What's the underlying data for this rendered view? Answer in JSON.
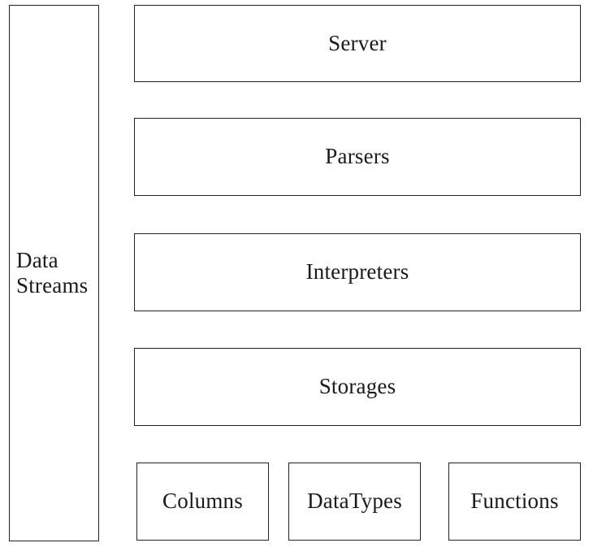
{
  "diagram": {
    "side": {
      "line1": "Data",
      "line2": "Streams"
    },
    "layers": {
      "server": "Server",
      "parsers": "Parsers",
      "interpreters": "Interpreters",
      "storages": "Storages"
    },
    "components": {
      "columns": "Columns",
      "datatypes": "DataTypes",
      "functions": "Functions"
    }
  }
}
